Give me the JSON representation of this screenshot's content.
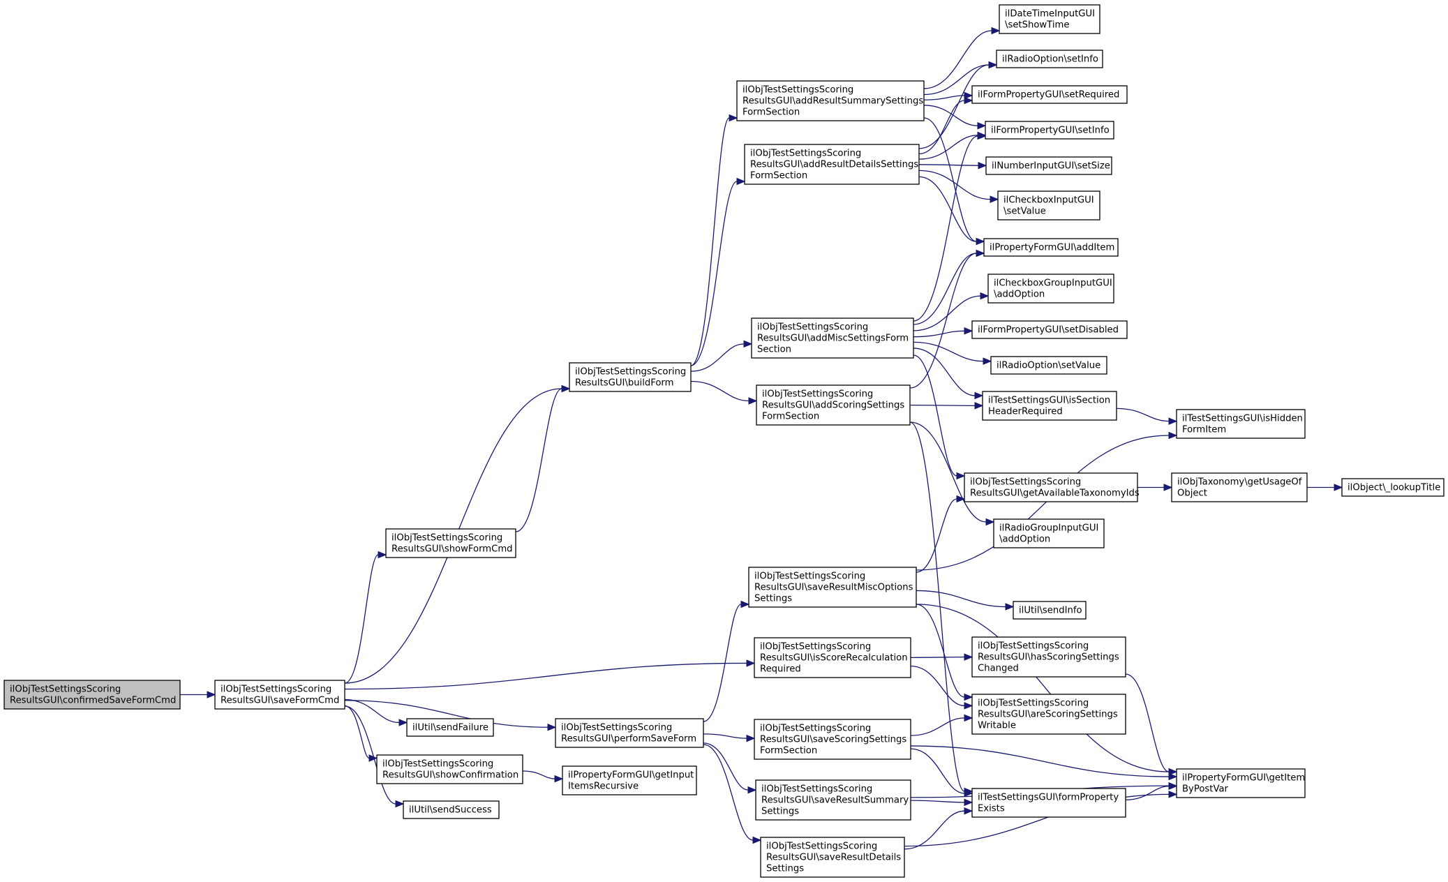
{
  "graph": {
    "nodes": [
      {
        "id": "n0",
        "lines": [
          "ilObjTestSettingsScoring",
          "ResultsGUI\\confirmedSaveFormCmd"
        ],
        "root": true
      },
      {
        "id": "n1",
        "lines": [
          "ilObjTestSettingsScoring",
          "ResultsGUI\\saveFormCmd"
        ]
      },
      {
        "id": "n2",
        "lines": [
          "ilObjTestSettingsScoring",
          "ResultsGUI\\buildForm"
        ]
      },
      {
        "id": "n3",
        "lines": [
          "ilObjTestSettingsScoring",
          "ResultsGUI\\showFormCmd"
        ]
      },
      {
        "id": "n4",
        "lines": [
          "ilUtil\\sendFailure"
        ]
      },
      {
        "id": "n5",
        "lines": [
          "ilObjTestSettingsScoring",
          "ResultsGUI\\showConfirmation"
        ]
      },
      {
        "id": "n6",
        "lines": [
          "ilUtil\\sendSuccess"
        ]
      },
      {
        "id": "n7",
        "lines": [
          "ilObjTestSettingsScoring",
          "ResultsGUI\\performSaveForm"
        ]
      },
      {
        "id": "n8",
        "lines": [
          "ilPropertyFormGUI\\getInput",
          "ItemsRecursive"
        ]
      },
      {
        "id": "n9",
        "lines": [
          "ilObjTestSettingsScoring",
          "ResultsGUI\\addResultSummarySettings",
          "FormSection"
        ]
      },
      {
        "id": "n10",
        "lines": [
          "ilObjTestSettingsScoring",
          "ResultsGUI\\addResultDetailsSettings",
          "FormSection"
        ]
      },
      {
        "id": "n11",
        "lines": [
          "ilObjTestSettingsScoring",
          "ResultsGUI\\addMiscSettingsForm",
          "Section"
        ]
      },
      {
        "id": "n12",
        "lines": [
          "ilObjTestSettingsScoring",
          "ResultsGUI\\addScoringSettings",
          "FormSection"
        ]
      },
      {
        "id": "n13",
        "lines": [
          "ilObjTestSettingsScoring",
          "ResultsGUI\\saveResultMiscOptions",
          "Settings"
        ]
      },
      {
        "id": "n14",
        "lines": [
          "ilObjTestSettingsScoring",
          "ResultsGUI\\isScoreRecalculation",
          "Required"
        ]
      },
      {
        "id": "n15",
        "lines": [
          "ilObjTestSettingsScoring",
          "ResultsGUI\\saveScoringSettings",
          "FormSection"
        ]
      },
      {
        "id": "n16",
        "lines": [
          "ilObjTestSettingsScoring",
          "ResultsGUI\\saveResultSummary",
          "Settings"
        ]
      },
      {
        "id": "n17",
        "lines": [
          "ilObjTestSettingsScoring",
          "ResultsGUI\\saveResultDetails",
          "Settings"
        ]
      },
      {
        "id": "n18",
        "lines": [
          "ilDateTimeInputGUI",
          "\\setShowTime"
        ]
      },
      {
        "id": "n19",
        "lines": [
          "ilRadioOption\\setInfo"
        ]
      },
      {
        "id": "n20",
        "lines": [
          "ilFormPropertyGUI\\setRequired"
        ]
      },
      {
        "id": "n21",
        "lines": [
          "ilFormPropertyGUI\\setInfo"
        ]
      },
      {
        "id": "n22",
        "lines": [
          "ilNumberInputGUI\\setSize"
        ]
      },
      {
        "id": "n23",
        "lines": [
          "ilCheckboxInputGUI",
          "\\setValue"
        ]
      },
      {
        "id": "n24",
        "lines": [
          "ilPropertyFormGUI\\addItem"
        ]
      },
      {
        "id": "n25",
        "lines": [
          "ilCheckboxGroupInputGUI",
          "\\addOption"
        ]
      },
      {
        "id": "n26",
        "lines": [
          "ilFormPropertyGUI\\setDisabled"
        ]
      },
      {
        "id": "n27",
        "lines": [
          "ilRadioOption\\setValue"
        ]
      },
      {
        "id": "n28",
        "lines": [
          "ilTestSettingsGUI\\isSection",
          "HeaderRequired"
        ]
      },
      {
        "id": "n29",
        "lines": [
          "ilObjTestSettingsScoring",
          "ResultsGUI\\getAvailableTaxonomyIds"
        ]
      },
      {
        "id": "n30",
        "lines": [
          "ilRadioGroupInputGUI",
          "\\addOption"
        ]
      },
      {
        "id": "n31",
        "lines": [
          "ilUtil\\sendInfo"
        ]
      },
      {
        "id": "n32",
        "lines": [
          "ilObjTestSettingsScoring",
          "ResultsGUI\\hasScoringSettings",
          "Changed"
        ]
      },
      {
        "id": "n33",
        "lines": [
          "ilObjTestSettingsScoring",
          "ResultsGUI\\areScoringSettings",
          "Writable"
        ]
      },
      {
        "id": "n34",
        "lines": [
          "ilTestSettingsGUI\\formProperty",
          "Exists"
        ]
      },
      {
        "id": "n35",
        "lines": [
          "ilTestSettingsGUI\\isHidden",
          "FormItem"
        ]
      },
      {
        "id": "n36",
        "lines": [
          "ilObjTaxonomy\\getUsageOf",
          "Object"
        ]
      },
      {
        "id": "n37",
        "lines": [
          "ilObject\\_lookupTitle"
        ]
      },
      {
        "id": "n38",
        "lines": [
          "ilPropertyFormGUI\\getItem",
          "ByPostVar"
        ]
      }
    ],
    "edges": [
      {
        "from": "n0",
        "to": "n1"
      },
      {
        "from": "n1",
        "to": "n2"
      },
      {
        "from": "n1",
        "to": "n3"
      },
      {
        "from": "n1",
        "to": "n14"
      },
      {
        "from": "n1",
        "to": "n7"
      },
      {
        "from": "n1",
        "to": "n4"
      },
      {
        "from": "n1",
        "to": "n5"
      },
      {
        "from": "n1",
        "to": "n6"
      },
      {
        "from": "n3",
        "to": "n2"
      },
      {
        "from": "n2",
        "to": "n9"
      },
      {
        "from": "n2",
        "to": "n10"
      },
      {
        "from": "n2",
        "to": "n11"
      },
      {
        "from": "n2",
        "to": "n12"
      },
      {
        "from": "n5",
        "to": "n8"
      },
      {
        "from": "n7",
        "to": "n13"
      },
      {
        "from": "n7",
        "to": "n15"
      },
      {
        "from": "n7",
        "to": "n16"
      },
      {
        "from": "n7",
        "to": "n17"
      },
      {
        "from": "n9",
        "to": "n18"
      },
      {
        "from": "n9",
        "to": "n19"
      },
      {
        "from": "n9",
        "to": "n20"
      },
      {
        "from": "n9",
        "to": "n21"
      },
      {
        "from": "n9",
        "to": "n24"
      },
      {
        "from": "n10",
        "to": "n19"
      },
      {
        "from": "n10",
        "to": "n20"
      },
      {
        "from": "n10",
        "to": "n21"
      },
      {
        "from": "n10",
        "to": "n22"
      },
      {
        "from": "n10",
        "to": "n23"
      },
      {
        "from": "n10",
        "to": "n24"
      },
      {
        "from": "n11",
        "to": "n21"
      },
      {
        "from": "n11",
        "to": "n24"
      },
      {
        "from": "n11",
        "to": "n25"
      },
      {
        "from": "n11",
        "to": "n26"
      },
      {
        "from": "n11",
        "to": "n27"
      },
      {
        "from": "n11",
        "to": "n28"
      },
      {
        "from": "n11",
        "to": "n29"
      },
      {
        "from": "n12",
        "to": "n24"
      },
      {
        "from": "n12",
        "to": "n28"
      },
      {
        "from": "n12",
        "to": "n30"
      },
      {
        "from": "n12",
        "to": "n34"
      },
      {
        "from": "n28",
        "to": "n35"
      },
      {
        "from": "n29",
        "to": "n36"
      },
      {
        "from": "n36",
        "to": "n37"
      },
      {
        "from": "n13",
        "to": "n35"
      },
      {
        "from": "n13",
        "to": "n29"
      },
      {
        "from": "n13",
        "to": "n31"
      },
      {
        "from": "n13",
        "to": "n33"
      },
      {
        "from": "n13",
        "to": "n38"
      },
      {
        "from": "n14",
        "to": "n32"
      },
      {
        "from": "n14",
        "to": "n33"
      },
      {
        "from": "n15",
        "to": "n33"
      },
      {
        "from": "n15",
        "to": "n34"
      },
      {
        "from": "n15",
        "to": "n38"
      },
      {
        "from": "n16",
        "to": "n34"
      },
      {
        "from": "n16",
        "to": "n38"
      },
      {
        "from": "n17",
        "to": "n34"
      },
      {
        "from": "n17",
        "to": "n38"
      },
      {
        "from": "n32",
        "to": "n38"
      },
      {
        "from": "n34",
        "to": "n38"
      }
    ]
  }
}
